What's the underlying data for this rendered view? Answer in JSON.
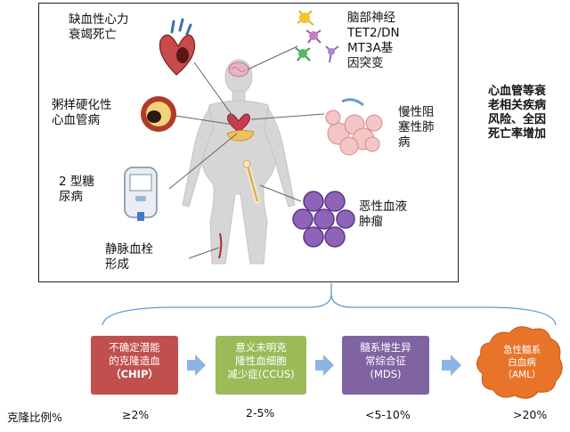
{
  "labels": {
    "heart_failure": [
      "缺血性心力",
      "衰竭死亡"
    ],
    "brain": [
      "脑部神经",
      "TET2/DN",
      "MT3A基",
      "因突变"
    ],
    "atherosclerosis": [
      "粥样硬化性",
      "心血管病"
    ],
    "copd": [
      "慢性阻",
      "塞性肺",
      "病"
    ],
    "diabetes": [
      "2 型糖",
      "尿病"
    ],
    "blood_cancer": [
      "恶性血液",
      "肿瘤"
    ],
    "vte": [
      "静脉血栓",
      "形成"
    ]
  },
  "side_note": [
    "心血管等衰",
    "老相关疾病",
    "风险、全因",
    "死亡率增加"
  ],
  "stages": [
    {
      "lines": [
        "不确定潜能",
        "的克隆造血",
        "（CHIP）"
      ],
      "color": "#c0504d"
    },
    {
      "lines": [
        "意义未明克",
        "隆性血细胞",
        "减少症(CCUS)"
      ],
      "color": "#9bbb59"
    },
    {
      "lines": [
        "髓系增生异",
        "常综合征",
        "(MDS)"
      ],
      "color": "#8064a2"
    },
    {
      "lines": [
        "急性髓系",
        "白血病",
        "（AML）"
      ],
      "color": "#e8742a"
    }
  ],
  "clone_label": "克隆比例%",
  "clone_values": [
    "≥2%",
    "2-5%",
    "<5-10%",
    ">20%"
  ],
  "colors": {
    "arrow": "#8eb4e3",
    "bracket": "#5b9bd5"
  }
}
